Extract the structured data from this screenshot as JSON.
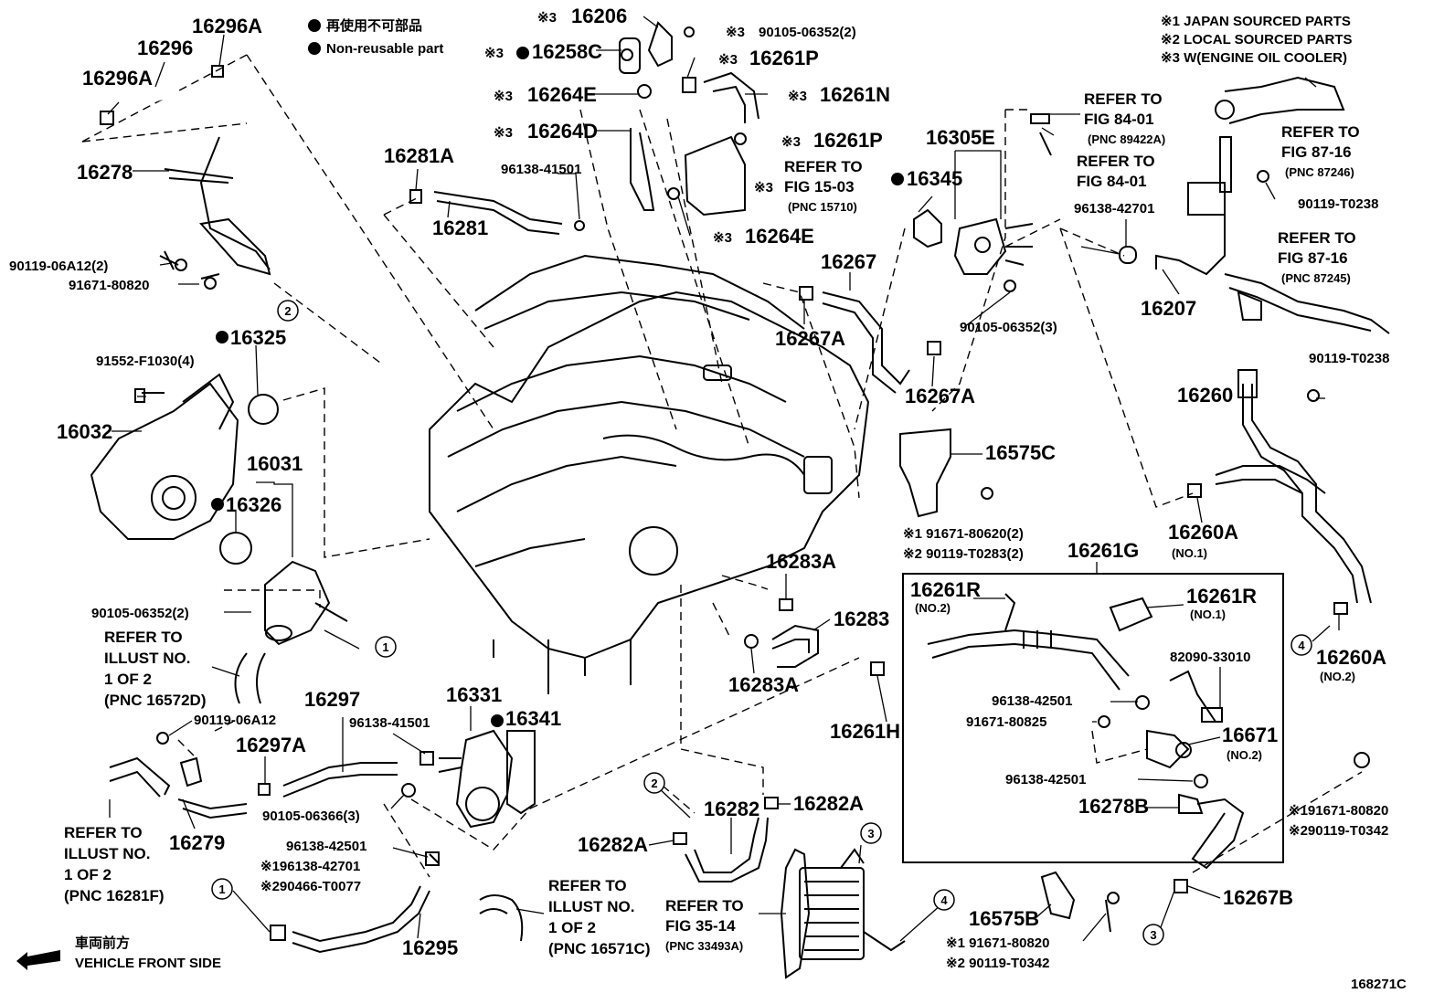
{
  "legend_top_left": {
    "line1": "再使用不可部品",
    "line2": "Non-reusable part"
  },
  "legend_top_right": {
    "line1": "※1  JAPAN SOURCED PARTS",
    "line2": "※2  LOCAL SOURCED PARTS",
    "line3": "※3  W(ENGINE OIL COOLER)"
  },
  "direction": {
    "jp": "車両前方",
    "en": "VEHICLE FRONT SIDE"
  },
  "figure_id": "168271C",
  "refs": {
    "fig_84_01_a": [
      "REFER TO",
      "FIG 84-01",
      "(PNC 89422A)"
    ],
    "fig_84_01_b": [
      "REFER TO",
      "FIG 84-01"
    ],
    "fig_87_16_a": [
      "REFER TO",
      "FIG 87-16",
      "(PNC 87246)"
    ],
    "fig_87_16_b": [
      "REFER TO",
      "FIG 87-16",
      "(PNC 87245)"
    ],
    "fig_15_03": [
      "REFER TO",
      "FIG 15-03",
      "(PNC 15710)"
    ],
    "illust_16572d": [
      "REFER TO",
      "ILLUST NO.",
      "1 OF 2",
      "(PNC 16572D)"
    ],
    "illust_16281f": [
      "REFER TO",
      "ILLUST NO.",
      "1 OF 2",
      "(PNC 16281F)"
    ],
    "illust_16571c": [
      "REFER TO",
      "ILLUST NO.",
      "1 OF 2",
      "(PNC 16571C)"
    ],
    "fig_35_14": [
      "REFER TO",
      "FIG 35-14",
      "(PNC 33493A)"
    ]
  },
  "parts": {
    "p16296A_top": "16296A",
    "p16296": "16296",
    "p16296A_left": "16296A",
    "p16278": "16278",
    "p90119_06A12_2": "90119-06A12(2)",
    "p91671_80820_l": "91671-80820",
    "p16325": "16325",
    "p91552": "91552-F1030(4)",
    "p16032": "16032",
    "p16031": "16031",
    "p16326": "16326",
    "p90105_06352_2": "90105-06352(2)",
    "p16206": "16206",
    "p90105_06352_2b": "90105-06352(2)",
    "p16258C": "16258C",
    "p16261P_a": "16261P",
    "p16264E_a": "16264E",
    "p16261N": "16261N",
    "p16264D": "16264D",
    "p16261P_b": "16261P",
    "p96138_41501_a": "96138-41501",
    "p16264E_b": "16264E",
    "p16281A": "16281A",
    "p16281": "16281",
    "p16305E": "16305E",
    "p16345": "16345",
    "p96138_42701_r": "96138-42701",
    "p90119_T0238_a": "90119-T0238",
    "p16267": "16267",
    "p16267A_a": "16267A",
    "p90105_06352_3": "90105-06352(3)",
    "p16207": "16207",
    "p16267A_b": "16267A",
    "p90119_T0238_b": "90119-T0238",
    "p16260": "16260",
    "p16575C": "16575C",
    "p91671_80620_2": "※1 91671-80620(2)",
    "p90119_T0283_2": "※2 90119-T0283(2)",
    "p16260A_1": "16260A",
    "p16260A_1_sub": "(NO.1)",
    "p16261G": "16261G",
    "p16283A_a": "16283A",
    "p16283": "16283",
    "p16283A_b": "16283A",
    "p16261R_2": "16261R",
    "p16261R_2_sub": "(NO.2)",
    "p16261R_1": "16261R",
    "p16261R_1_sub": "(NO.1)",
    "p82090": "82090-33010",
    "p96138_42501_a": "96138-42501",
    "p91671_80825": "91671-80825",
    "p16671": "16671",
    "p16671_sub": "(NO.2)",
    "p96138_42501_b": "96138-42501",
    "p16278B": "16278B",
    "p16260A_2": "16260A",
    "p16260A_2_sub": "(NO.2)",
    "p91671_80820_r": "※191671-80820",
    "p90119_T0342_r": "※290119-T0342",
    "p16267B": "16267B",
    "p16261H": "16261H",
    "p90119_06A12": "90119-06A12",
    "p16297": "16297",
    "p96138_41501_b": "96138-41501",
    "p16297A": "16297A",
    "p16331": "16331",
    "p16341": "16341",
    "p16279": "16279",
    "p90105_06366_3": "90105-06366(3)",
    "p96138_42501_c": "96138-42501",
    "p96138_42701_b": "※196138-42701",
    "p90466_T0077": "※290466-T0077",
    "p16295": "16295",
    "p16282": "16282",
    "p16282A_a": "16282A",
    "p16282A_b": "16282A",
    "p16575B": "16575B",
    "p91671_80820_b": "※1 91671-80820",
    "p90119_T0342_b": "※2 90119-T0342"
  },
  "marks": {
    "x3": "※3",
    "c1": "1",
    "c2": "2",
    "c3": "3",
    "c4": "4"
  }
}
